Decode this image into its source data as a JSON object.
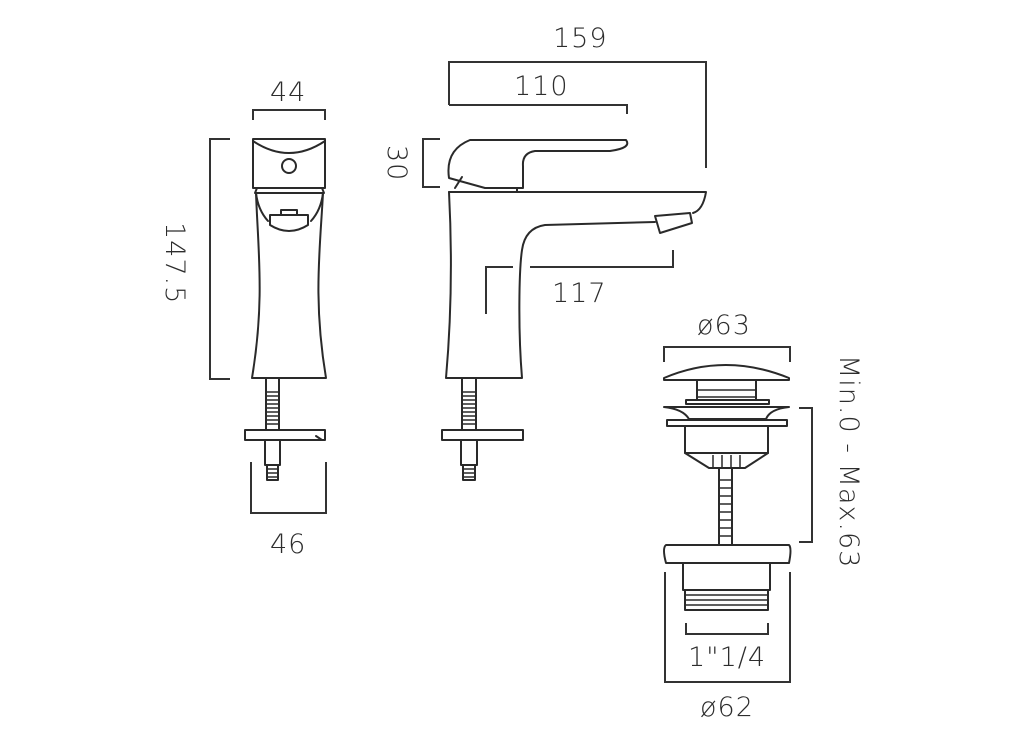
{
  "drawing": {
    "title": "Basin mixer tap and click-clack waste dimension drawing",
    "line_color": "#2a2a2a",
    "background": "#ffffff"
  },
  "front_view": {
    "width_top_label": "44",
    "height_label": "147.5",
    "base_width_label": "46"
  },
  "side_view": {
    "overall_depth_label": "159",
    "lever_length_label": "110",
    "lever_height_label": "30",
    "spout_reach_label": "117"
  },
  "waste": {
    "cap_diameter_label": "ø63",
    "adjust_range_label": "Min.0 - Max.63",
    "thread_label": "1\"1/4",
    "body_diameter_label": "ø62"
  }
}
